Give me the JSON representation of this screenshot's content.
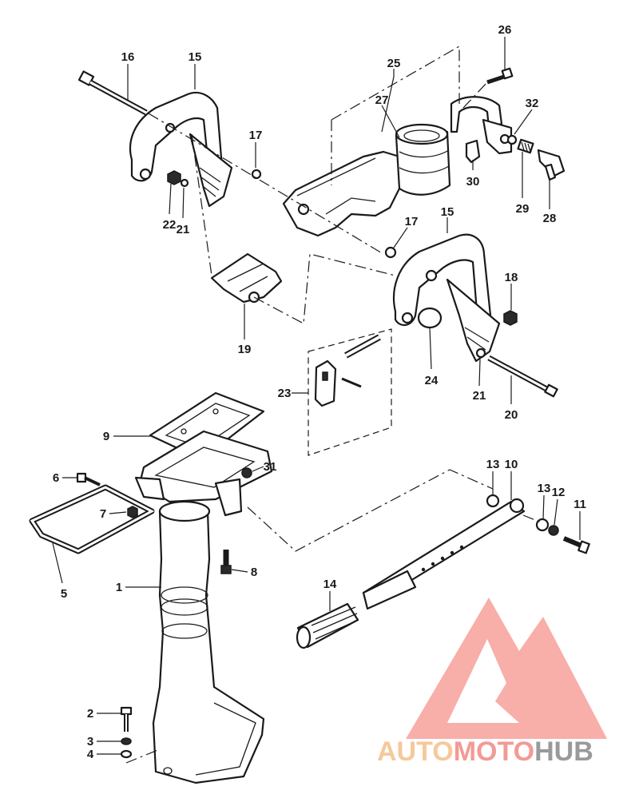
{
  "callouts": [
    {
      "id": "c16",
      "label": "16"
    },
    {
      "id": "c15a",
      "label": "15"
    },
    {
      "id": "c25",
      "label": "25"
    },
    {
      "id": "c26",
      "label": "26"
    },
    {
      "id": "c27",
      "label": "27"
    },
    {
      "id": "c32",
      "label": "32"
    },
    {
      "id": "c17a",
      "label": "17"
    },
    {
      "id": "c30",
      "label": "30"
    },
    {
      "id": "c29",
      "label": "29"
    },
    {
      "id": "c28",
      "label": "28"
    },
    {
      "id": "c22",
      "label": "22"
    },
    {
      "id": "c21a",
      "label": "21"
    },
    {
      "id": "c17b",
      "label": "17"
    },
    {
      "id": "c15b",
      "label": "15"
    },
    {
      "id": "c18",
      "label": "18"
    },
    {
      "id": "c19",
      "label": "19"
    },
    {
      "id": "c24",
      "label": "24"
    },
    {
      "id": "c23",
      "label": "23"
    },
    {
      "id": "c21b",
      "label": "21"
    },
    {
      "id": "c20",
      "label": "20"
    },
    {
      "id": "c9",
      "label": "9"
    },
    {
      "id": "c13a",
      "label": "13"
    },
    {
      "id": "c10",
      "label": "10"
    },
    {
      "id": "c6",
      "label": "6"
    },
    {
      "id": "c31",
      "label": "31"
    },
    {
      "id": "c7",
      "label": "7"
    },
    {
      "id": "c13b",
      "label": "13"
    },
    {
      "id": "c12",
      "label": "12"
    },
    {
      "id": "c11",
      "label": "11"
    },
    {
      "id": "c8",
      "label": "8"
    },
    {
      "id": "c5",
      "label": "5"
    },
    {
      "id": "c1",
      "label": "1"
    },
    {
      "id": "c14",
      "label": "14"
    },
    {
      "id": "c2",
      "label": "2"
    },
    {
      "id": "c3",
      "label": "3"
    },
    {
      "id": "c4",
      "label": "4"
    }
  ],
  "logo": {
    "part1": "AUTO",
    "part2": "MOTO",
    "part3": "HUB",
    "colors": {
      "auto": "#f6c89a",
      "moto": "#f39a96",
      "hub": "#9a9a9a",
      "triangle": "#f7a5a0"
    }
  }
}
